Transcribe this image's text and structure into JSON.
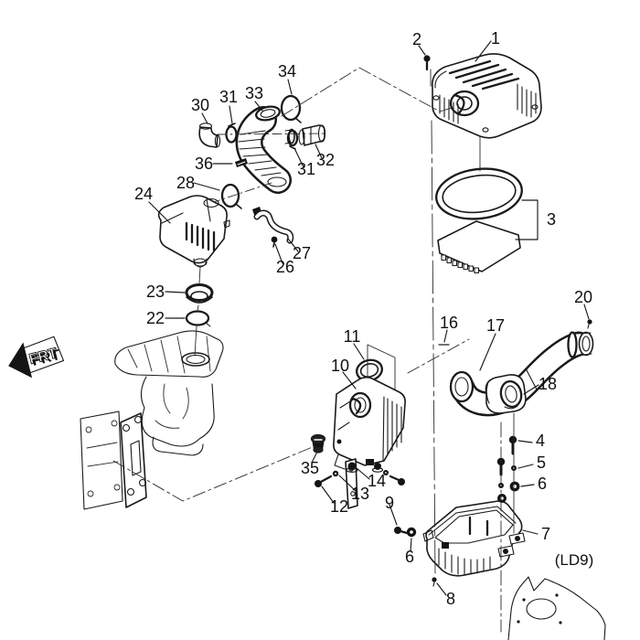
{
  "diagram": {
    "background_color": "#ffffff",
    "line_color": "#1a1a1a",
    "engine_code_label": "(LD9)",
    "front_arrow_label": "FRT",
    "callouts": {
      "1": "1",
      "2": "2",
      "3": "3",
      "4": "4",
      "5": "5",
      "6": "6",
      "7": "7",
      "8": "8",
      "9": "9",
      "10": "10",
      "11": "11",
      "12": "12",
      "13": "13",
      "14": "14",
      "16": "16",
      "17": "17",
      "18": "18",
      "20": "20",
      "22": "22",
      "23": "23",
      "24": "24",
      "26": "26",
      "27": "27",
      "28": "28",
      "30": "30",
      "31": "31",
      "32": "32",
      "33": "33",
      "34": "34",
      "35": "35",
      "36": "36"
    }
  }
}
